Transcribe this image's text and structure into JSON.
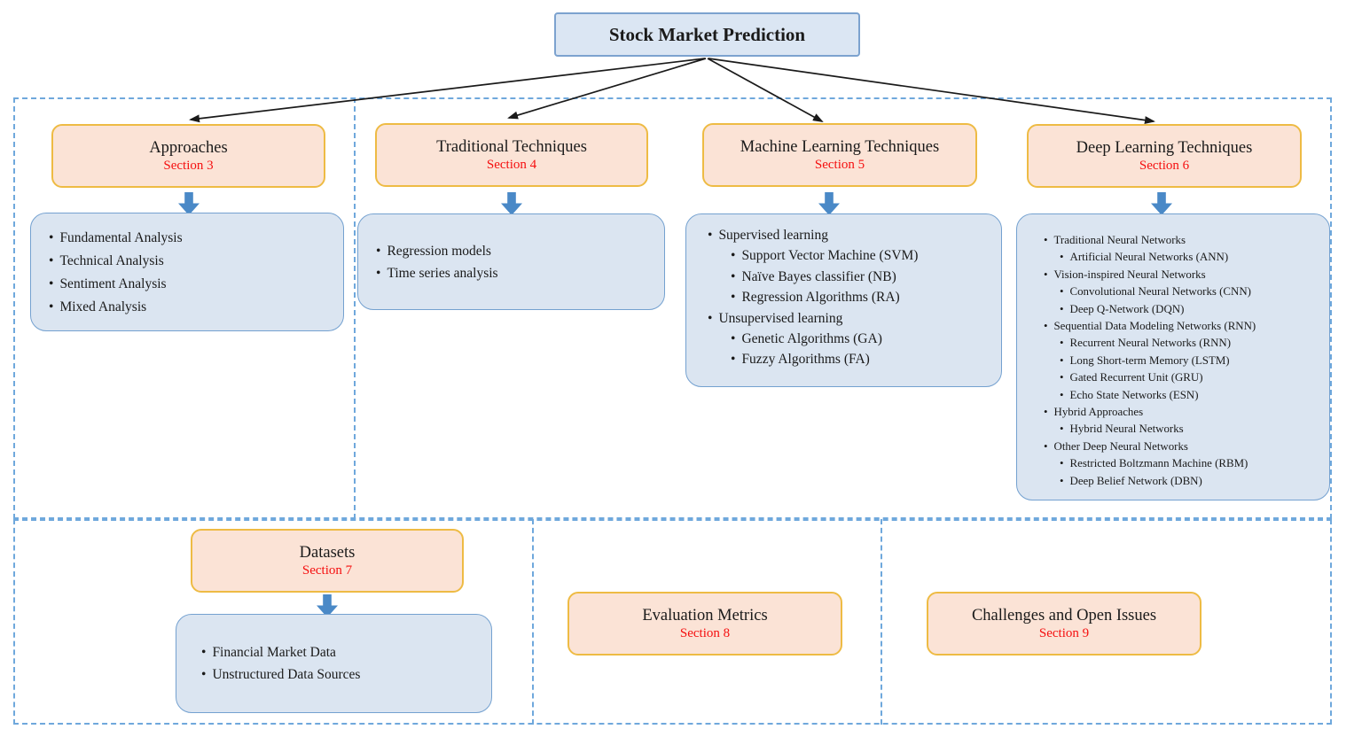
{
  "title": "Stock Market Prediction",
  "top_sections": [
    {
      "label": "Approaches",
      "section": "Section 3",
      "items": [
        {
          "level": 1,
          "text": "Fundamental Analysis"
        },
        {
          "level": 1,
          "text": "Technical Analysis"
        },
        {
          "level": 1,
          "text": "Sentiment Analysis"
        },
        {
          "level": 1,
          "text": "Mixed Analysis"
        }
      ]
    },
    {
      "label": "Traditional Techniques",
      "section": "Section 4",
      "items": [
        {
          "level": 1,
          "text": "Regression models"
        },
        {
          "level": 1,
          "text": "Time series analysis"
        }
      ]
    },
    {
      "label": "Machine Learning Techniques",
      "section": "Section 5",
      "items": [
        {
          "level": 1,
          "text": "Supervised learning"
        },
        {
          "level": 2,
          "text": "Support Vector Machine (SVM)"
        },
        {
          "level": 2,
          "text": "Naïve Bayes classifier (NB)"
        },
        {
          "level": 2,
          "text": "Regression Algorithms (RA)"
        },
        {
          "level": 1,
          "text": "Unsupervised learning"
        },
        {
          "level": 2,
          "text": "Genetic Algorithms (GA)"
        },
        {
          "level": 2,
          "text": "Fuzzy Algorithms (FA)"
        }
      ]
    },
    {
      "label": "Deep Learning Techniques",
      "section": "Section 6",
      "items": [
        {
          "level": 1,
          "text": "Traditional Neural Networks"
        },
        {
          "level": 2,
          "text": "Artificial Neural Networks (ANN)"
        },
        {
          "level": 1,
          "text": "Vision-inspired Neural Networks"
        },
        {
          "level": 2,
          "text": "Convolutional Neural Networks (CNN)"
        },
        {
          "level": 2,
          "text": "Deep Q-Network (DQN)"
        },
        {
          "level": 1,
          "text": "Sequential Data Modeling Networks (RNN)"
        },
        {
          "level": 2,
          "text": "Recurrent Neural Networks (RNN)"
        },
        {
          "level": 2,
          "text": "Long Short-term Memory (LSTM)"
        },
        {
          "level": 2,
          "text": "Gated Recurrent Unit (GRU)"
        },
        {
          "level": 2,
          "text": "Echo State Networks (ESN)"
        },
        {
          "level": 1,
          "text": "Hybrid Approaches"
        },
        {
          "level": 2,
          "text": "Hybrid Neural Networks"
        },
        {
          "level": 1,
          "text": "Other Deep Neural Networks"
        },
        {
          "level": 2,
          "text": "Restricted Boltzmann Machine (RBM)"
        },
        {
          "level": 2,
          "text": "Deep Belief Network (DBN)"
        }
      ]
    }
  ],
  "bottom_sections": [
    {
      "label": "Datasets",
      "section": "Section 7",
      "items": [
        {
          "level": 1,
          "text": "Financial Market Data"
        },
        {
          "level": 1,
          "text": "Unstructured Data Sources"
        }
      ]
    },
    {
      "label": "Evaluation Metrics",
      "section": "Section 8"
    },
    {
      "label": "Challenges and Open Issues",
      "section": "Section 9"
    }
  ],
  "colors": {
    "header_fill": "#fbe3d6",
    "header_border": "#eebb44",
    "content_fill": "#dbe5f1",
    "content_border": "#74a1d0",
    "title_fill": "#dbe6f3",
    "title_border": "#7ca2cf",
    "dashed_border": "#6fa8dc",
    "section_red": "#f50f0f",
    "arrow_blue": "#4a89c7",
    "connector_black": "#1a1a1a"
  },
  "bullet_glyph": "•"
}
